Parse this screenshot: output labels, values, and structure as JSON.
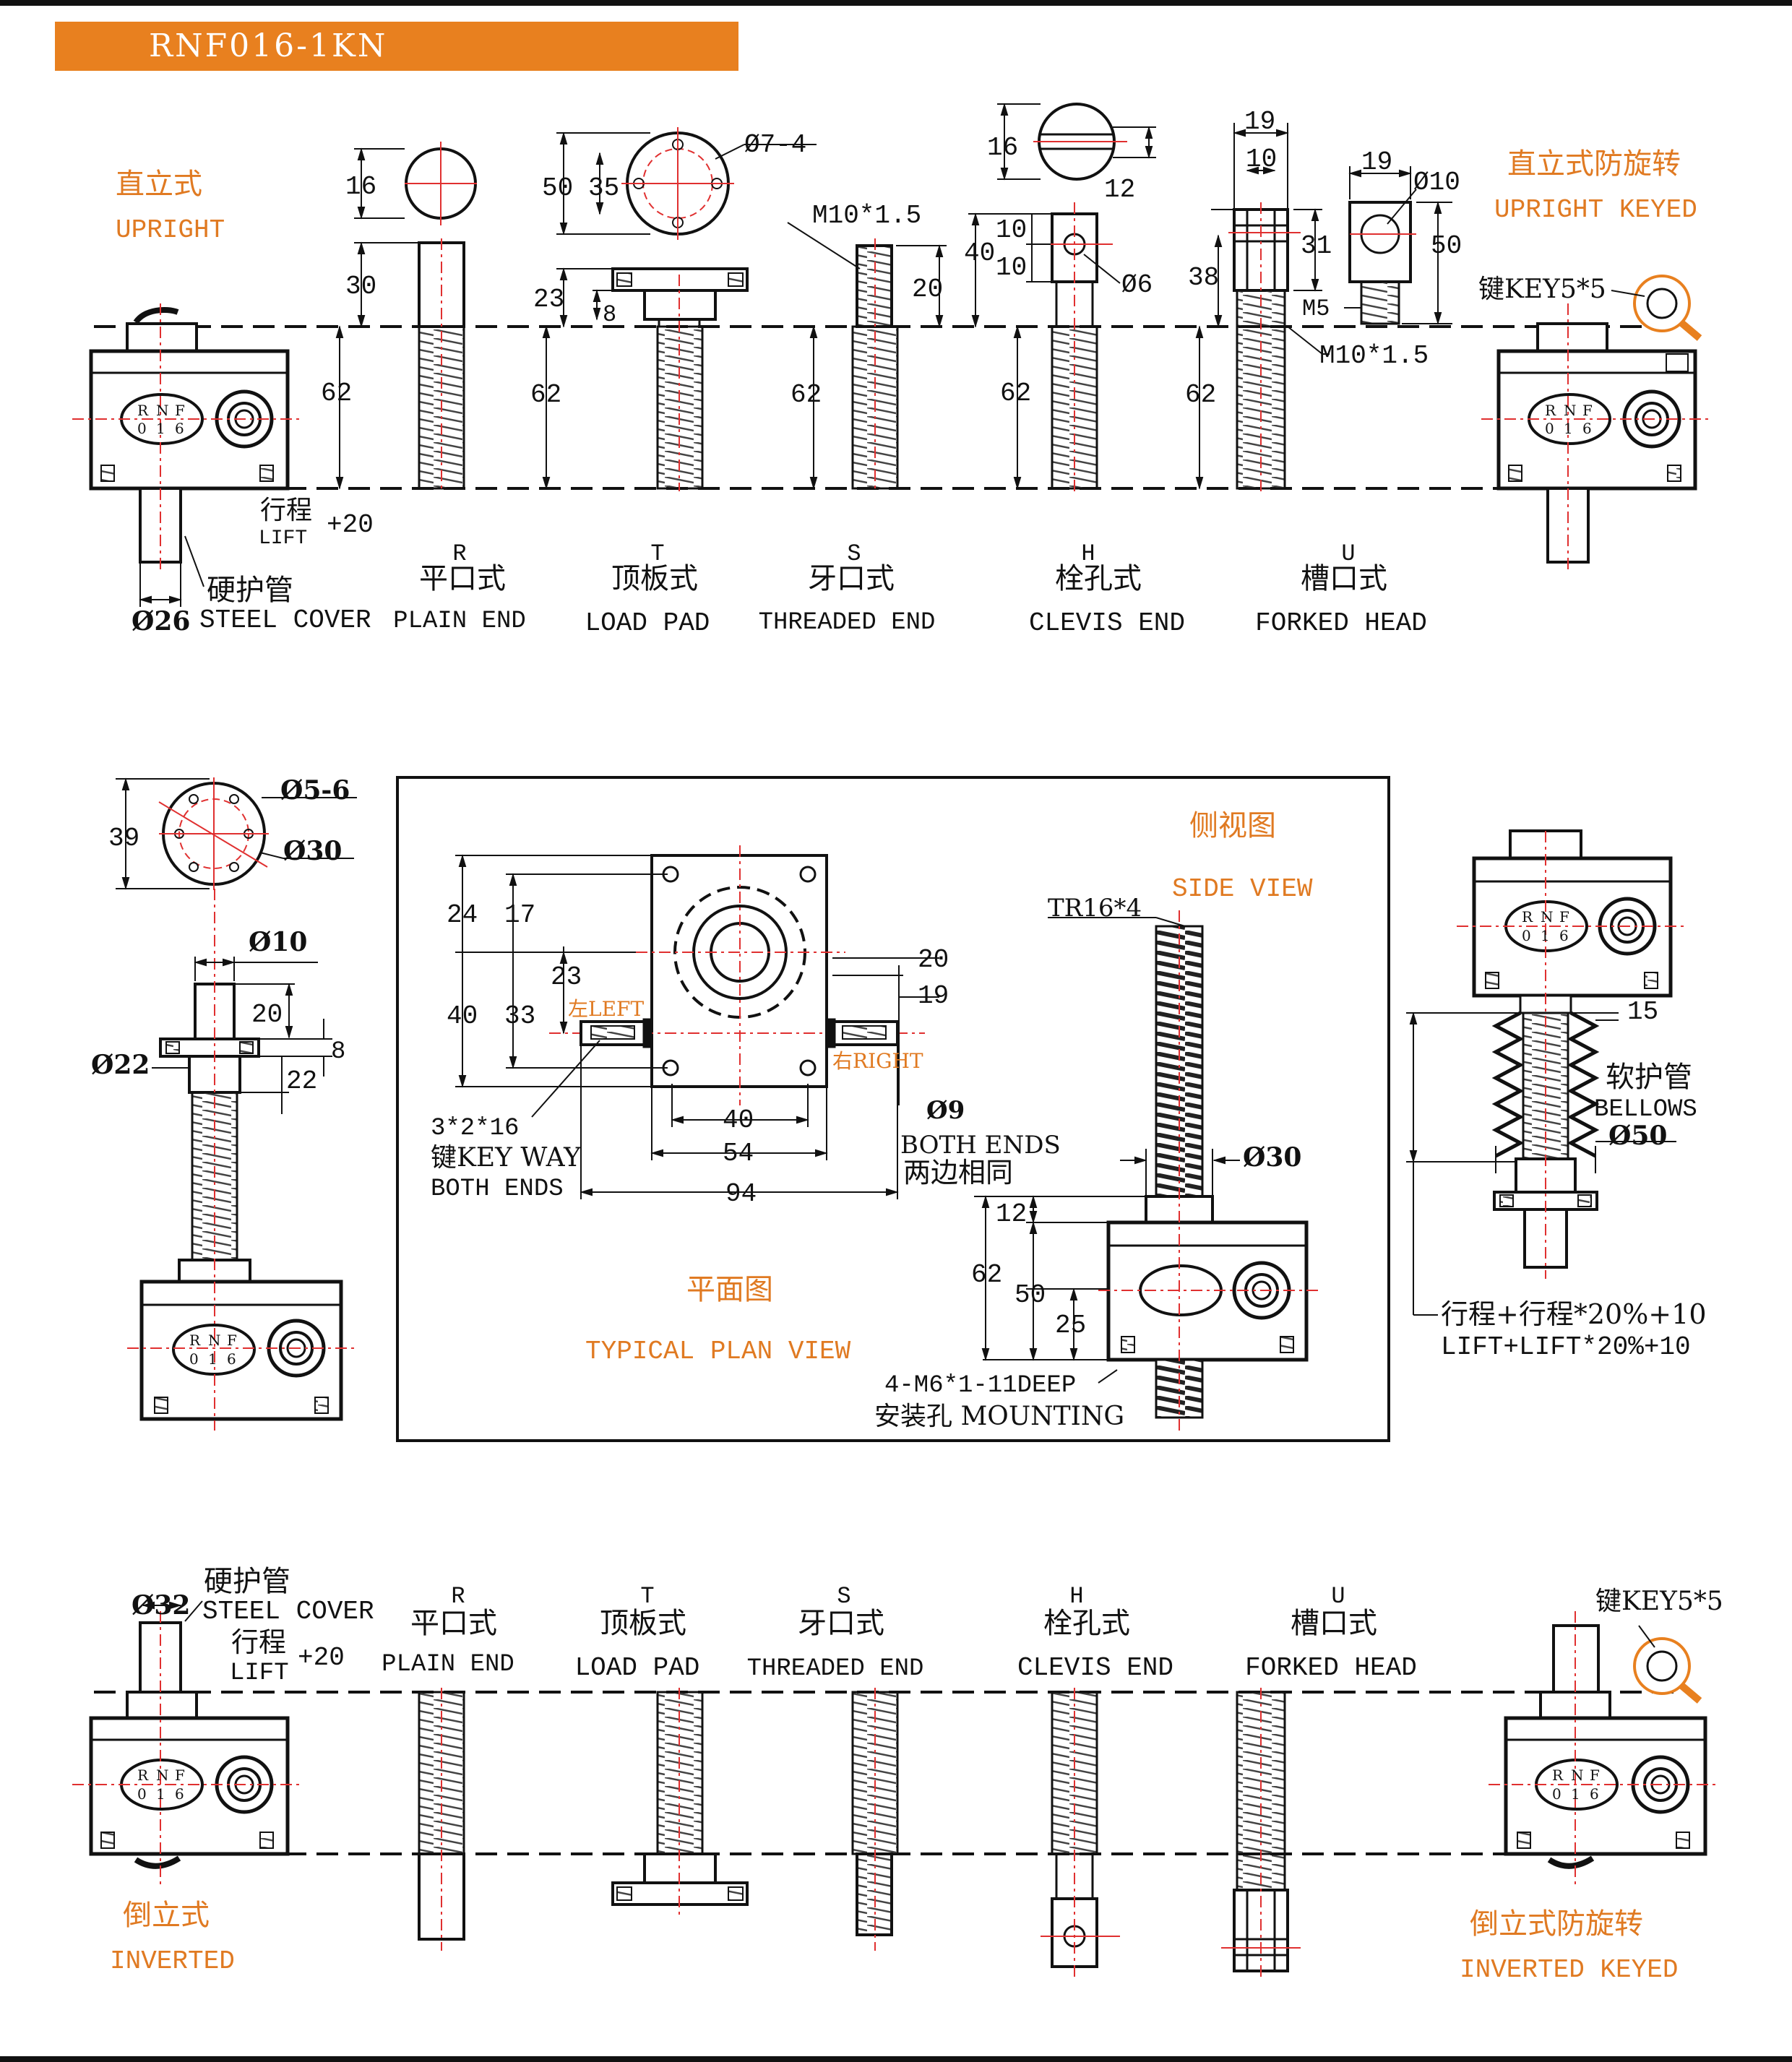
{
  "header": {
    "model": "RNF016-1KN",
    "bar_color": "#e8801f",
    "accent": "#e07a22"
  },
  "box_label": [
    "R",
    "N",
    "F",
    "0",
    "1",
    "6"
  ],
  "top": {
    "upright_cn": "直立式",
    "upright_en": "UPRIGHT",
    "keyed_cn": "直立式防旋转",
    "keyed_en": "UPRIGHT KEYED",
    "key_label": "键KEY5*5",
    "stroke_cn": "行程",
    "stroke_en": "LIFT",
    "stroke_add": "+20",
    "cover_cn": "硬护管",
    "cover_en": "STEEL COVER",
    "cover_dia": "Ø26",
    "dims": {
      "r16": "16",
      "r30": "30",
      "r62": "62",
      "t50": "50",
      "t35": "35",
      "t_hole": "Ø7-4",
      "t23": "23",
      "t8": "8",
      "t62": "62",
      "s_thread": "M10*1.5",
      "s20": "20",
      "s62": "62",
      "h16": "16",
      "h12": "12",
      "h40": "40",
      "h10a": "10",
      "h10b": "10",
      "h6": "Ø6",
      "h62": "62",
      "u19a": "19",
      "u10": "10",
      "u31": "31",
      "u38": "38",
      "u19b": "19",
      "u_d10": "Ø10",
      "u50": "50",
      "u_m5": "M5",
      "u_m10": "M10*1.5",
      "u62": "62"
    }
  },
  "ends": [
    {
      "code": "R",
      "cn": "平口式",
      "en": "PLAIN END"
    },
    {
      "code": "T",
      "cn": "顶板式",
      "en": "LOAD PAD"
    },
    {
      "code": "S",
      "cn": "牙口式",
      "en": "THREADED END"
    },
    {
      "code": "H",
      "cn": "栓孔式",
      "en": "CLEVIS END"
    },
    {
      "code": "U",
      "cn": "槽口式",
      "en": "FORKED HEAD"
    }
  ],
  "flange": {
    "d56": "Ø5-6",
    "d39": "39",
    "d30": "Ø30",
    "d10": "Ø10",
    "d20": "20",
    "d8": "8",
    "d22a": "Ø22",
    "d22b": "22"
  },
  "plan": {
    "title_cn": "平面图",
    "title_en": "TYPICAL PLAN VIEW",
    "side_cn": "侧视图",
    "side_en": "SIDE VIEW",
    "d24": "24",
    "d17": "17",
    "d40": "40",
    "d33": "33",
    "d23": "23",
    "d20": "20",
    "d19": "19",
    "left": "左LEFT",
    "right": "右RIGHT",
    "d9": "Ø9",
    "both_en": "BOTH ENDS",
    "both_cn": "两边相同",
    "key1": "3*2*16",
    "key2": "键KEY WAY",
    "key3": "BOTH ENDS",
    "w40": "40",
    "w54": "54",
    "w94": "94",
    "tr": "TR16*4",
    "d30": "Ø30",
    "h12": "12",
    "h62": "62",
    "h50": "50",
    "h25": "25",
    "mount1": "4-M6*1-11DEEP",
    "mount2": "安装孔 MOUNTING"
  },
  "bellows": {
    "d15": "15",
    "cn": "软护管",
    "en": "BELLOWS",
    "dia": "Ø50",
    "formula_cn": "行程+行程*20%+10",
    "formula_en": "LIFT+LIFT*20%+10"
  },
  "bottom": {
    "cover_cn": "硬护管",
    "cover_en": "STEEL COVER",
    "cover_dia": "Ø32",
    "stroke_cn": "行程",
    "stroke_en": "LIFT",
    "stroke_add": "+20",
    "inv_cn": "倒立式",
    "inv_en": "INVERTED",
    "invk_cn": "倒立式防旋转",
    "invk_en": "INVERTED KEYED",
    "key_label": "键KEY5*5"
  }
}
